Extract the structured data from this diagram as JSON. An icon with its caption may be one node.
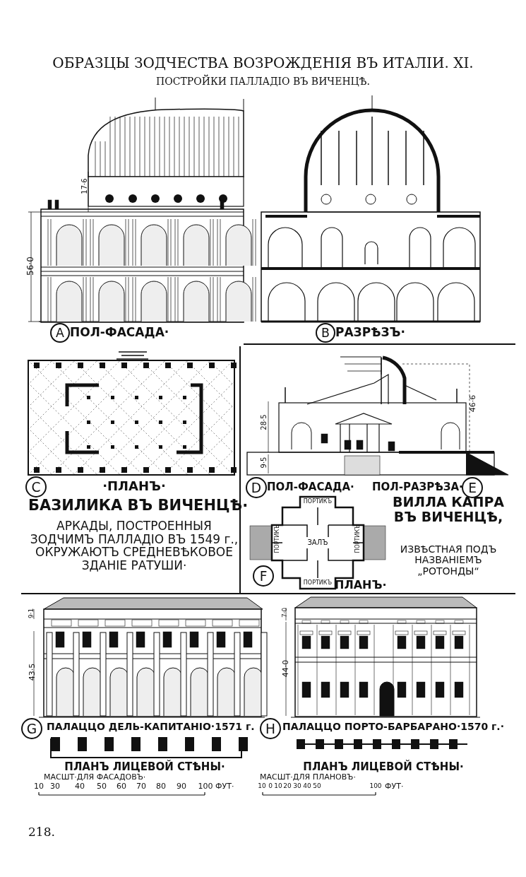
{
  "diagram": {
    "title": "ОБРАЗЦЫ ЗОДЧЕСТВА ВОЗРОЖДЕНІЯ ВЪ ИТАЛІИ. XI.",
    "nodes": [
      {
        "text": [
          "A"
        ]
      },
      {
        "text": [
          "B"
        ]
      },
      {
        "text": [
          "C"
        ]
      },
      {
        "text": [
          "D"
        ]
      },
      {
        "text": [
          "E"
        ]
      },
      {
        "text": [
          "F"
        ]
      },
      {
        "text": [
          "G"
        ]
      },
      {
        "text": [
          "H"
        ]
      }
    ],
    "edges": [],
    "labels": [
      "ПОСТРОЙКИ ПАЛЛАДІО ВЪ ВИЧЕНЦѢ.",
      "17·6",
      "56·0",
      "ПОЛ-ФАСАДА·",
      "РАЗРѢЗЪ·",
      "·ПЛАНЪ·",
      "БАЗИЛИКА ВЪ ВИЧЕНЦѢ·",
      "АРКАДЫ, ПОСТРОЕННЫЯ ЗОДЧИМЪ ПАЛЛАДІО ВЪ 1549 г., ОКРУЖАЮТЪ СРЕДНЕВѢКОВОЕ ЗДАНІЕ РАТУШИ·",
      "28·5",
      "9·5",
      "46·6",
      "ПОЛ-ФАСАДА·",
      "ПОЛ-РАЗРѢЗА·",
      "ПОРТИКЪ",
      "ПОРТИКЪ",
      "ЗАЛЪ",
      "ПОРТИКЪ",
      "ПОРТИКЪ",
      "ВИЛЛА КАПРА ВЪ ВИЧЕНЦѢ,",
      "ИЗВѢСТНАЯ ПОДЪ НАЗВАНІЕМЪ „РОТОНДЫ“",
      "ПЛАНЪ·",
      "9·1",
      "43·5",
      "ПАЛАЦЦО ДЕЛЬ-КАПИТАНІО·1571 г.",
      "7·0",
      "44·0",
      "ПАЛАЦЦО ПОРТО-БАРБАРАНО·1570 г.·",
      "ПЛАНЪ ЛИЦЕВОЙ СТѢНЫ·",
      "ПЛАНЪ ЛИЦЕВОЙ СТѢНЫ·",
      "МАСШТ·ДЛЯ ФАСАДОВЪ·",
      "10",
      "30",
      "40",
      "50",
      "60",
      "70",
      "80",
      "90",
      "100",
      "ФУТ·",
      "МАСШТ·ДЛЯ ПЛАНОВЪ·",
      "10",
      "0",
      "10",
      "20",
      "30",
      "40",
      "50",
      "100",
      "ФУТ·",
      "218."
    ]
  }
}
